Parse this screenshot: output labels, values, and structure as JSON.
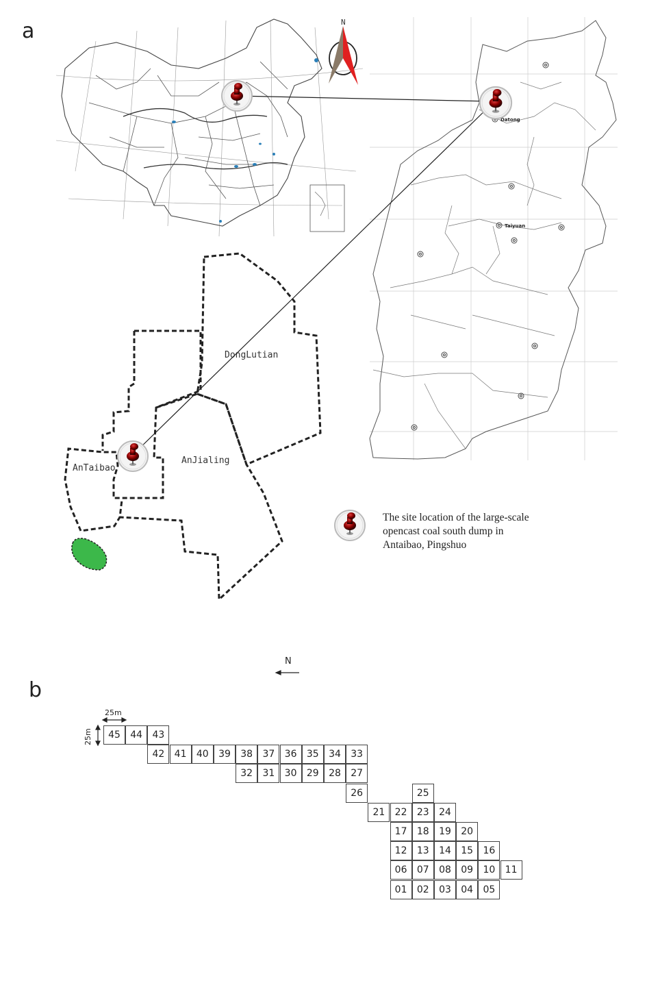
{
  "panel_a_letter": "a",
  "panel_b_letter": "b",
  "compass_label": "N",
  "province_labels": {
    "datong": "Datong",
    "taiyuan": "Taiyuan"
  },
  "district_labels": {
    "donglutian": "DongLutian",
    "antaibao": "AnTaibao",
    "anjialing": "AnJialing"
  },
  "legend_text": "The site location of the large-scale opencast coal south dump in Antaibao, Pingshuo",
  "panel_b": {
    "north_label": "N",
    "scale_h": "25m",
    "scale_v": "25m",
    "rows": [
      [
        "45",
        "44",
        "43"
      ],
      [
        "42",
        "41",
        "40",
        "39",
        "38",
        "37",
        "36",
        "35",
        "34",
        "33"
      ],
      [
        "32",
        "31",
        "30",
        "29",
        "28",
        "27"
      ],
      [
        "26",
        "25"
      ],
      [
        "21",
        "22",
        "23",
        "24"
      ],
      [
        "17",
        "18",
        "19",
        "20"
      ],
      [
        "12",
        "13",
        "14",
        "15",
        "16"
      ],
      [
        "06",
        "07",
        "08",
        "09",
        "10",
        "11"
      ],
      [
        "01",
        "02",
        "03",
        "04",
        "05"
      ]
    ]
  },
  "colors": {
    "pin": "#8b0000",
    "green_area": "#3cb84a",
    "water": "#2a7fb8"
  }
}
